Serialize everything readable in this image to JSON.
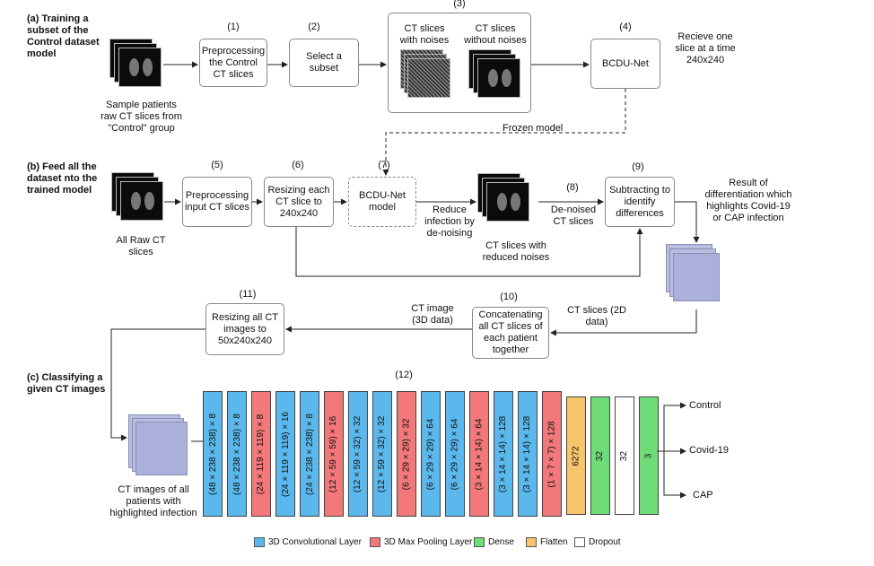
{
  "sections": {
    "a": "(a) Training a subset of the Control dataset model",
    "b": "(b) Feed all the dataset  nto the trained model",
    "c": "(c) Classifying a given CT images"
  },
  "steps": {
    "s1": "(1)",
    "s2": "(2)",
    "s3": "(3)",
    "s4": "(4)",
    "s5": "(5)",
    "s6": "(6)",
    "s7": "(7)",
    "s8": "(8)",
    "s9": "(9)",
    "s10": "(10)",
    "s11": "(11)",
    "s12": "(12)"
  },
  "boxes": {
    "preprocess_control": "Preprocessing the Control CT slices",
    "select_subset": "Select a subset",
    "bcdu_net": "BCDU-Net",
    "preprocess_input": "Preprocessing input CT slices",
    "resize_slice": "Resizing each CT slice to 240x240",
    "bcdu_model": "BCDU-Net model",
    "subtract": "Subtracting to identify differences",
    "concat": "Concatenating all CT slices of each patient together",
    "resize_images": "Resizing all CT images to 50x240x240"
  },
  "labels": {
    "sample_patients": "Sample patients raw CT slices from \"Control\" group",
    "with_noises": "CT slices with noises",
    "without_noises": "CT slices without noises",
    "receive_slice": "Recieve one slice at a time 240x240",
    "frozen_model": "Frozen model",
    "all_raw": "All Raw CT slices",
    "reduce_infection": "Reduce infection by de-noising",
    "reduced_noises": "CT slices with reduced noises",
    "denoised": "De-noised CT slices",
    "result_diff": "Result of differentiation which highlights Covid-19 or CAP infection",
    "ct_slices_2d": "CT slices (2D data)",
    "ct_image_3d": "CT image (3D data)",
    "ct_images_all": "CT images of all patients with highlighted infection"
  },
  "layers": [
    {
      "label": "(48 × 238 × 238) × 8",
      "kind": "conv"
    },
    {
      "label": "(48 × 238 × 238) × 8",
      "kind": "conv"
    },
    {
      "label": "(24 × 119 × 119) × 8",
      "kind": "pool"
    },
    {
      "label": "(24 × 119 × 119) × 16",
      "kind": "conv"
    },
    {
      "label": "(24 × 238 × 238) × 8",
      "kind": "conv"
    },
    {
      "label": "(12 × 59 × 59) × 16",
      "kind": "pool"
    },
    {
      "label": "(12 × 59 × 32) × 32",
      "kind": "conv"
    },
    {
      "label": "(12 × 59 × 32) × 32",
      "kind": "conv"
    },
    {
      "label": "(6 × 29 × 29) × 32",
      "kind": "pool"
    },
    {
      "label": "(6 × 29 × 29) × 64",
      "kind": "conv"
    },
    {
      "label": "(6 × 29 × 29) × 64",
      "kind": "conv"
    },
    {
      "label": "(3 × 14 × 14) × 64",
      "kind": "pool"
    },
    {
      "label": "(3 × 14 × 14) × 128",
      "kind": "conv"
    },
    {
      "label": "(3 × 14 × 14) × 128",
      "kind": "conv"
    },
    {
      "label": "(1 × 7 × 7) × 128",
      "kind": "pool"
    },
    {
      "label": "6272",
      "kind": "flatten"
    },
    {
      "label": "32",
      "kind": "dense"
    },
    {
      "label": "32",
      "kind": "dropout"
    },
    {
      "label": "3",
      "kind": "dense"
    }
  ],
  "outputs": [
    "Control",
    "Covid-19",
    "CAP"
  ],
  "legend": [
    {
      "label": "3D Convolutional Layer",
      "kind": "conv"
    },
    {
      "label": "3D Max Pooling Layer",
      "kind": "pool"
    },
    {
      "label": "Dense",
      "kind": "dense"
    },
    {
      "label": "Flatten",
      "kind": "flatten"
    },
    {
      "label": "Dropout",
      "kind": "dropout"
    }
  ],
  "colors": {
    "conv": "#5bb8ec",
    "pool": "#f2787a",
    "dense": "#6fdc78",
    "flatten": "#f7c56c",
    "dropout": "#ffffff"
  }
}
